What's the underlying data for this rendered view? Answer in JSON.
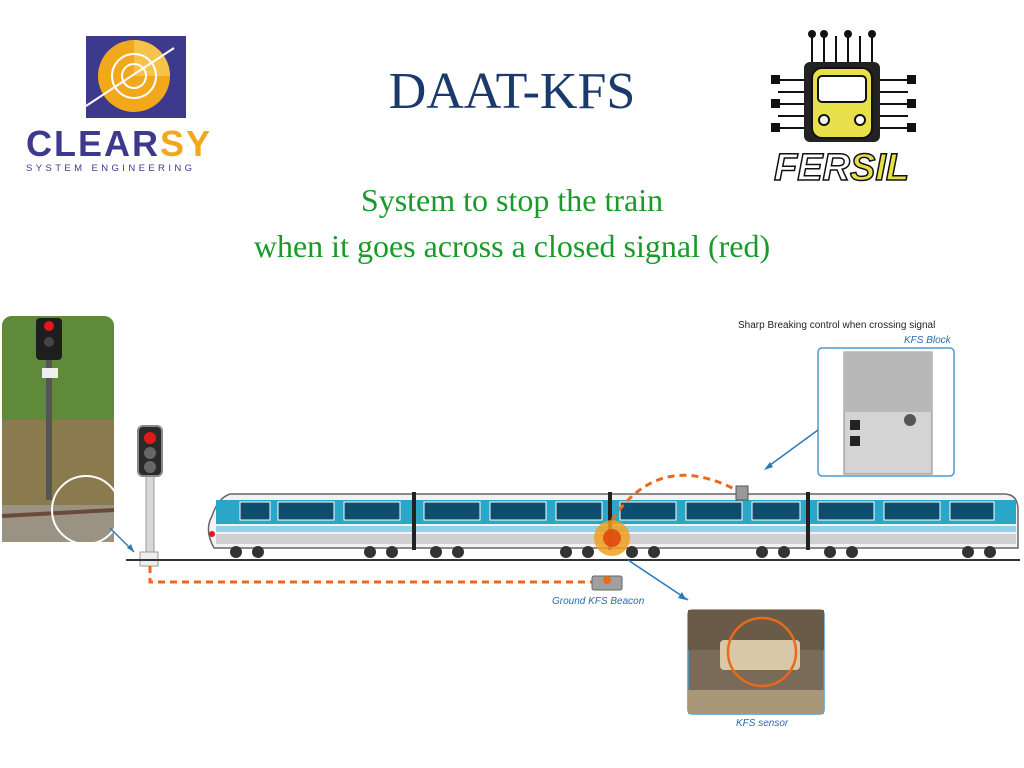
{
  "title": "DAAT-KFS",
  "subtitle_line1": "System to stop the train",
  "subtitle_line2": "when it goes across a closed signal (red)",
  "logos": {
    "clearsy_prefix": "CLEAR",
    "clearsy_suffix": "SY",
    "clearsy_tagline": "SYSTEM ENGINEERING",
    "fersil_prefix": "FER",
    "fersil_suffix": "SIL"
  },
  "diagram": {
    "caption_top": "Sharp Breaking control when crossing signal",
    "kfs_block_label": "KFS Block",
    "ground_beacon_label": "Ground KFS Beacon",
    "kfs_sensor_label": "KFS sensor"
  },
  "colors": {
    "title": "#1a3a6e",
    "subtitle": "#1a9a2a",
    "orange_link": "#e86a1a",
    "train_teal": "#2aa6c8",
    "signal_red": "#e01818"
  }
}
